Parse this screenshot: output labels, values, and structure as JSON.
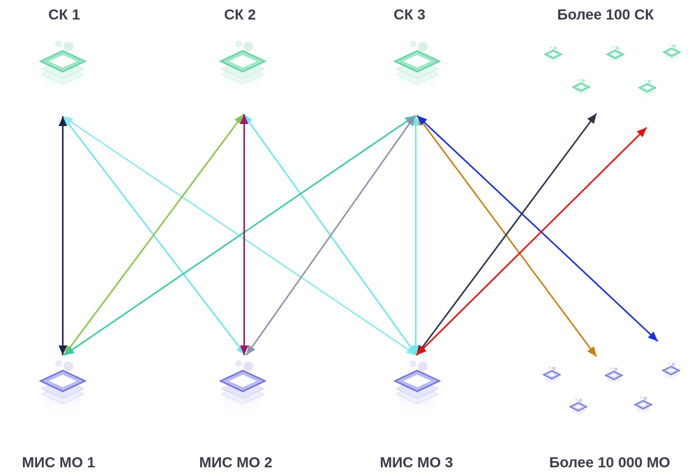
{
  "labels": {
    "top": [
      "СК 1",
      "СК 2",
      "СК 3",
      "Более 100 СК"
    ],
    "bottom": [
      "МИС МО 1",
      "МИС МО 2",
      "МИС МО 3",
      "Более 10 000 МО"
    ]
  },
  "colors": {
    "sk_node": "#5ed3a3",
    "mis_node": "#6a6ee0",
    "arrows": {
      "sk1_mis1": "#1e2550",
      "sk1_mis2": "#6ee6f0",
      "sk1_mis3": "#8ee9ee",
      "sk2_mis1": "#8bc34a",
      "sk2_mis2": "#a0166a",
      "sk2_mis3": "#6ee6f0",
      "sk3_mis1": "#3cc9a4",
      "sk3_mis2": "#8a96aa",
      "sk3_mis3": "#6ee6f0",
      "sk3_more_mo": "#c98010",
      "sk3_more_mo_blue": "#1c2fd8",
      "mis3_more_sk_dark": "#2a3448",
      "mis3_more_sk_red": "#e80e0e"
    }
  }
}
